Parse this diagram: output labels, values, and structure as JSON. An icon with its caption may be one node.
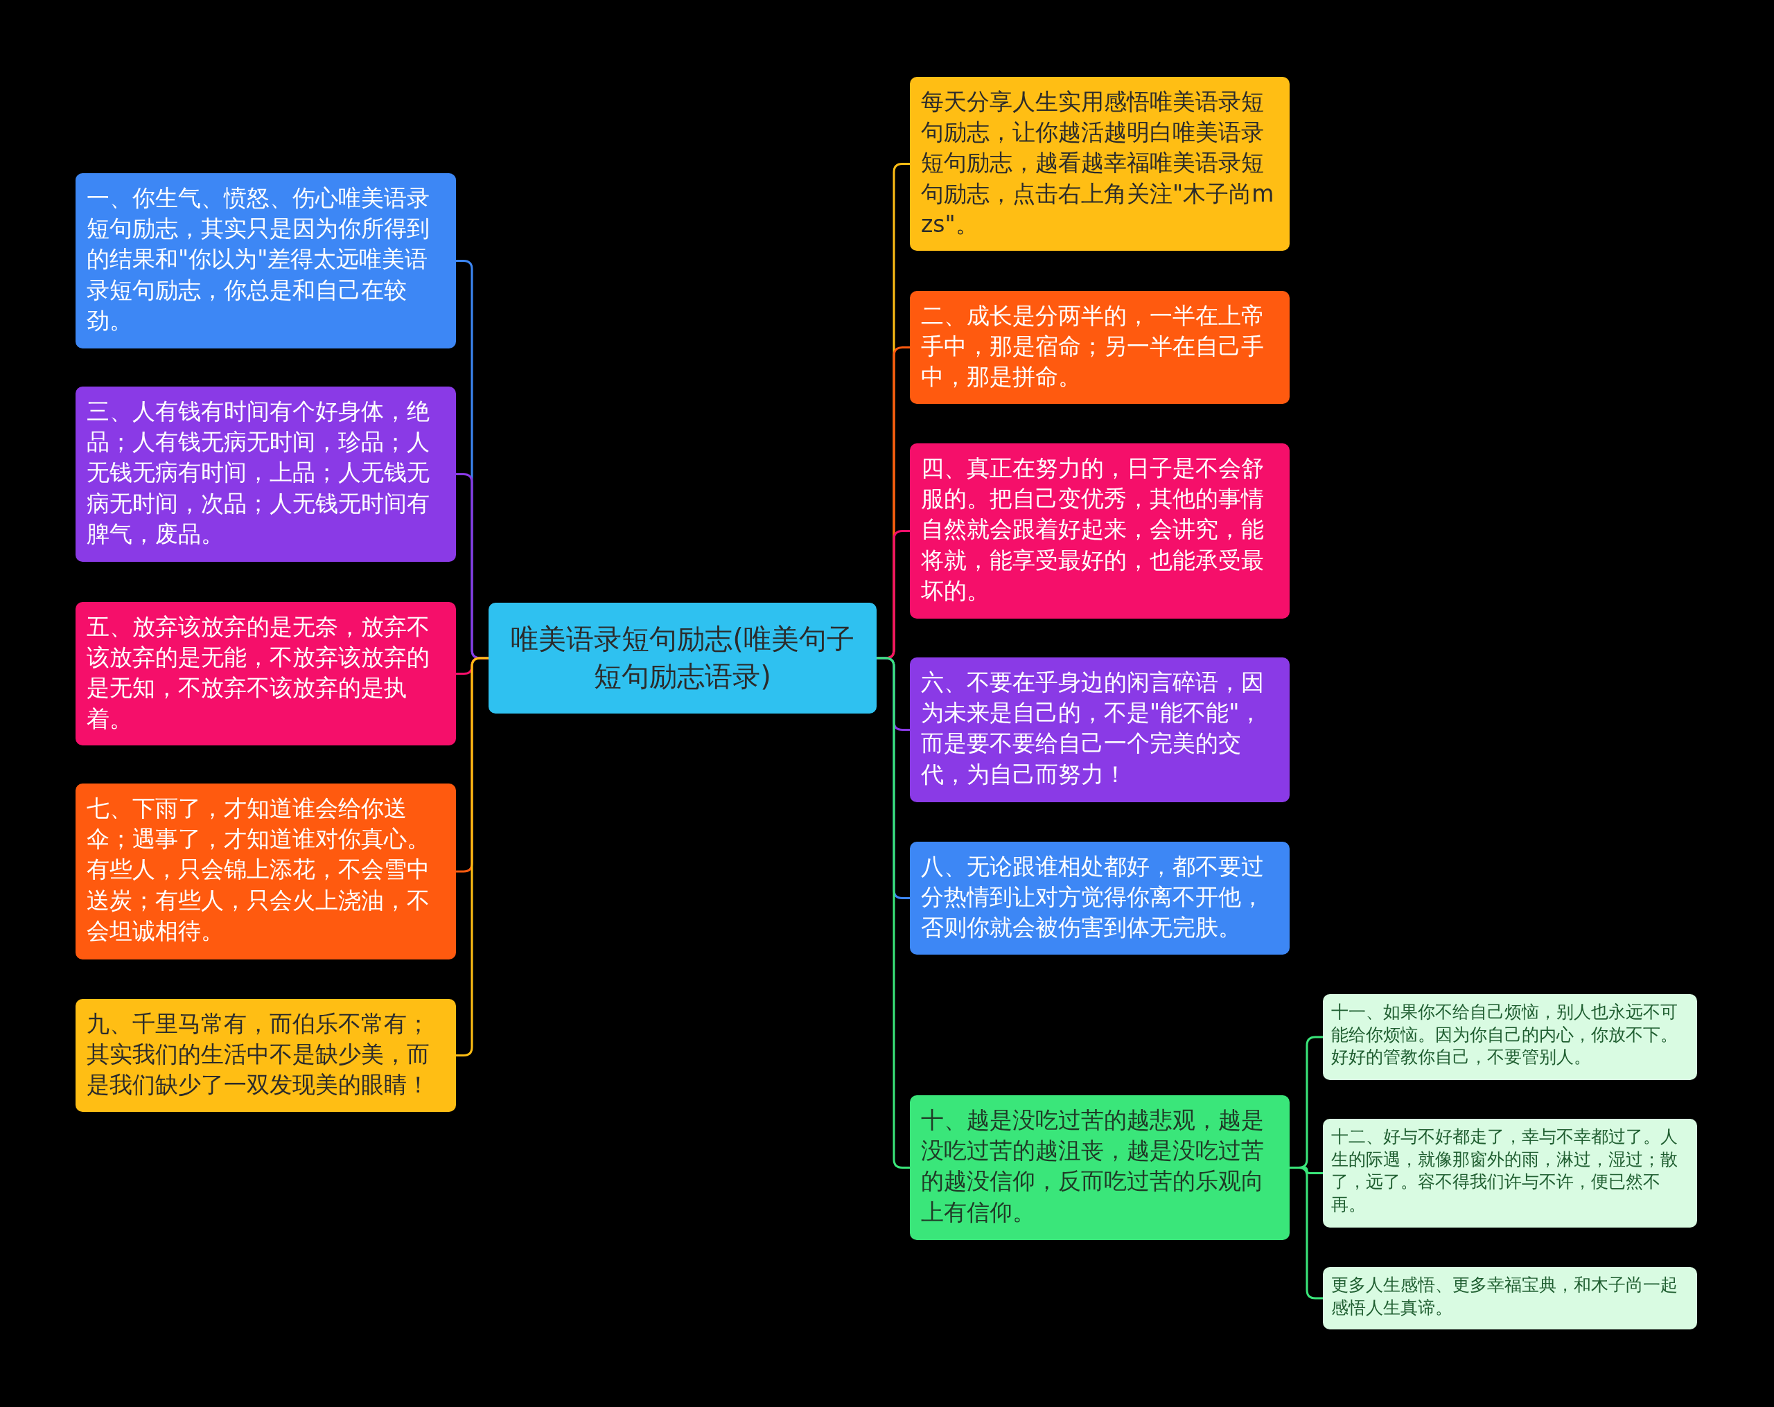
{
  "diagram": {
    "nodes": [
      {
        "text": [
          "唯美语录短句励志(唯美句子短句励志语录)"
        ]
      },
      {
        "text": [
          "一、你生气、愤怒、伤心唯美语录短句励志，其实只是因为你所得到的结果和\"你以为\"差得太远唯美语录短句励志，你总是和自己在较劲。"
        ]
      },
      {
        "text": [
          "三、人有钱有时间有个好身体，绝品；人有钱无病无时间，珍品；人无钱无病有时间，上品；人无钱无病无时间，次品；人无钱无时间有脾气，废品。"
        ]
      },
      {
        "text": [
          "五、放弃该放弃的是无奈，放弃不该放弃的是无能，不放弃该放弃的是无知，不放弃不该放弃的是执着。"
        ]
      },
      {
        "text": [
          "七、下雨了，才知道谁会给你送伞；遇事了，才知道谁对你真心。有些人，只会锦上添花，不会雪中送炭；有些人，只会火上浇油，不会坦诚相待。"
        ]
      },
      {
        "text": [
          "九、千里马常有，而伯乐不常有；其实我们的生活中不是缺少美，而是我们缺少了一双发现美的眼睛！"
        ]
      },
      {
        "text": [
          "每天分享人生实用感悟唯美语录短句励志，让你越活越明白唯美语录短句励志，越看越幸福唯美语录短句励志，点击右上角关注\"木子尚mzs\"。"
        ]
      },
      {
        "text": [
          "二、成长是分两半的，一半在上帝手中，那是宿命；另一半在自己手中，那是拼命。"
        ]
      },
      {
        "text": [
          "四、真正在努力的，日子是不会舒服的。把自己变优秀，其他的事情自然就会跟着好起来，会讲究，能将就，能享受最好的，也能承受最坏的。"
        ]
      },
      {
        "text": [
          "六、不要在乎身边的闲言碎语，因为未来是自己的，不是\"能不能\"，而是要不要给自己一个完美的交代，为自己而努力！"
        ]
      },
      {
        "text": [
          "八、无论跟谁相处都好，都不要过分热情到让对方觉得你离不开他，否则你就会被伤害到体无完肤。"
        ]
      },
      {
        "text": [
          "十、越是没吃过苦的越悲观，越是没吃过苦的越沮丧，越是没吃过苦的越没信仰，反而吃过苦的乐观向上有信仰。"
        ]
      },
      {
        "text": [
          "十一、如果你不给自己烦恼，别人也永远不可能给你烦恼。因为你自己的内心，你放不下。好好的管教你自己，不要管别人。"
        ]
      },
      {
        "text": [
          "十二、好与不好都走了，幸与不幸都过了。人生的际遇，就像那窗外的雨，淋过，湿过；散了，远了。容不得我们许与不许，便已然不再。"
        ]
      },
      {
        "text": [
          "更多人生感悟、更多幸福宝典，和木子尚一起感悟人生真谛。"
        ]
      }
    ],
    "edges": [
      {
        "from": 0,
        "to": 1,
        "arrow": "none",
        "color": "#3d87f5"
      },
      {
        "from": 0,
        "to": 2,
        "arrow": "none",
        "color": "#8a3ae6"
      },
      {
        "from": 0,
        "to": 3,
        "arrow": "none",
        "color": "#f50f6a"
      },
      {
        "from": 0,
        "to": 4,
        "arrow": "none",
        "color": "#ff5a0f"
      },
      {
        "from": 0,
        "to": 5,
        "arrow": "none",
        "color": "#ffbe14"
      },
      {
        "from": 0,
        "to": 6,
        "arrow": "none",
        "color": "#ffbe14"
      },
      {
        "from": 0,
        "to": 7,
        "arrow": "none",
        "color": "#ff5a0f"
      },
      {
        "from": 0,
        "to": 8,
        "arrow": "none",
        "color": "#f50f6a"
      },
      {
        "from": 0,
        "to": 9,
        "arrow": "none",
        "color": "#8a3ae6"
      },
      {
        "from": 0,
        "to": 10,
        "arrow": "none",
        "color": "#3d87f5"
      },
      {
        "from": 0,
        "to": 11,
        "arrow": "none",
        "color": "#3ae67a"
      },
      {
        "from": 11,
        "to": 12,
        "arrow": "none",
        "color": "#3ae67a"
      },
      {
        "from": 11,
        "to": 13,
        "arrow": "none",
        "color": "#3ae67a"
      },
      {
        "from": 11,
        "to": 14,
        "arrow": "none",
        "color": "#3ae67a"
      }
    ]
  }
}
